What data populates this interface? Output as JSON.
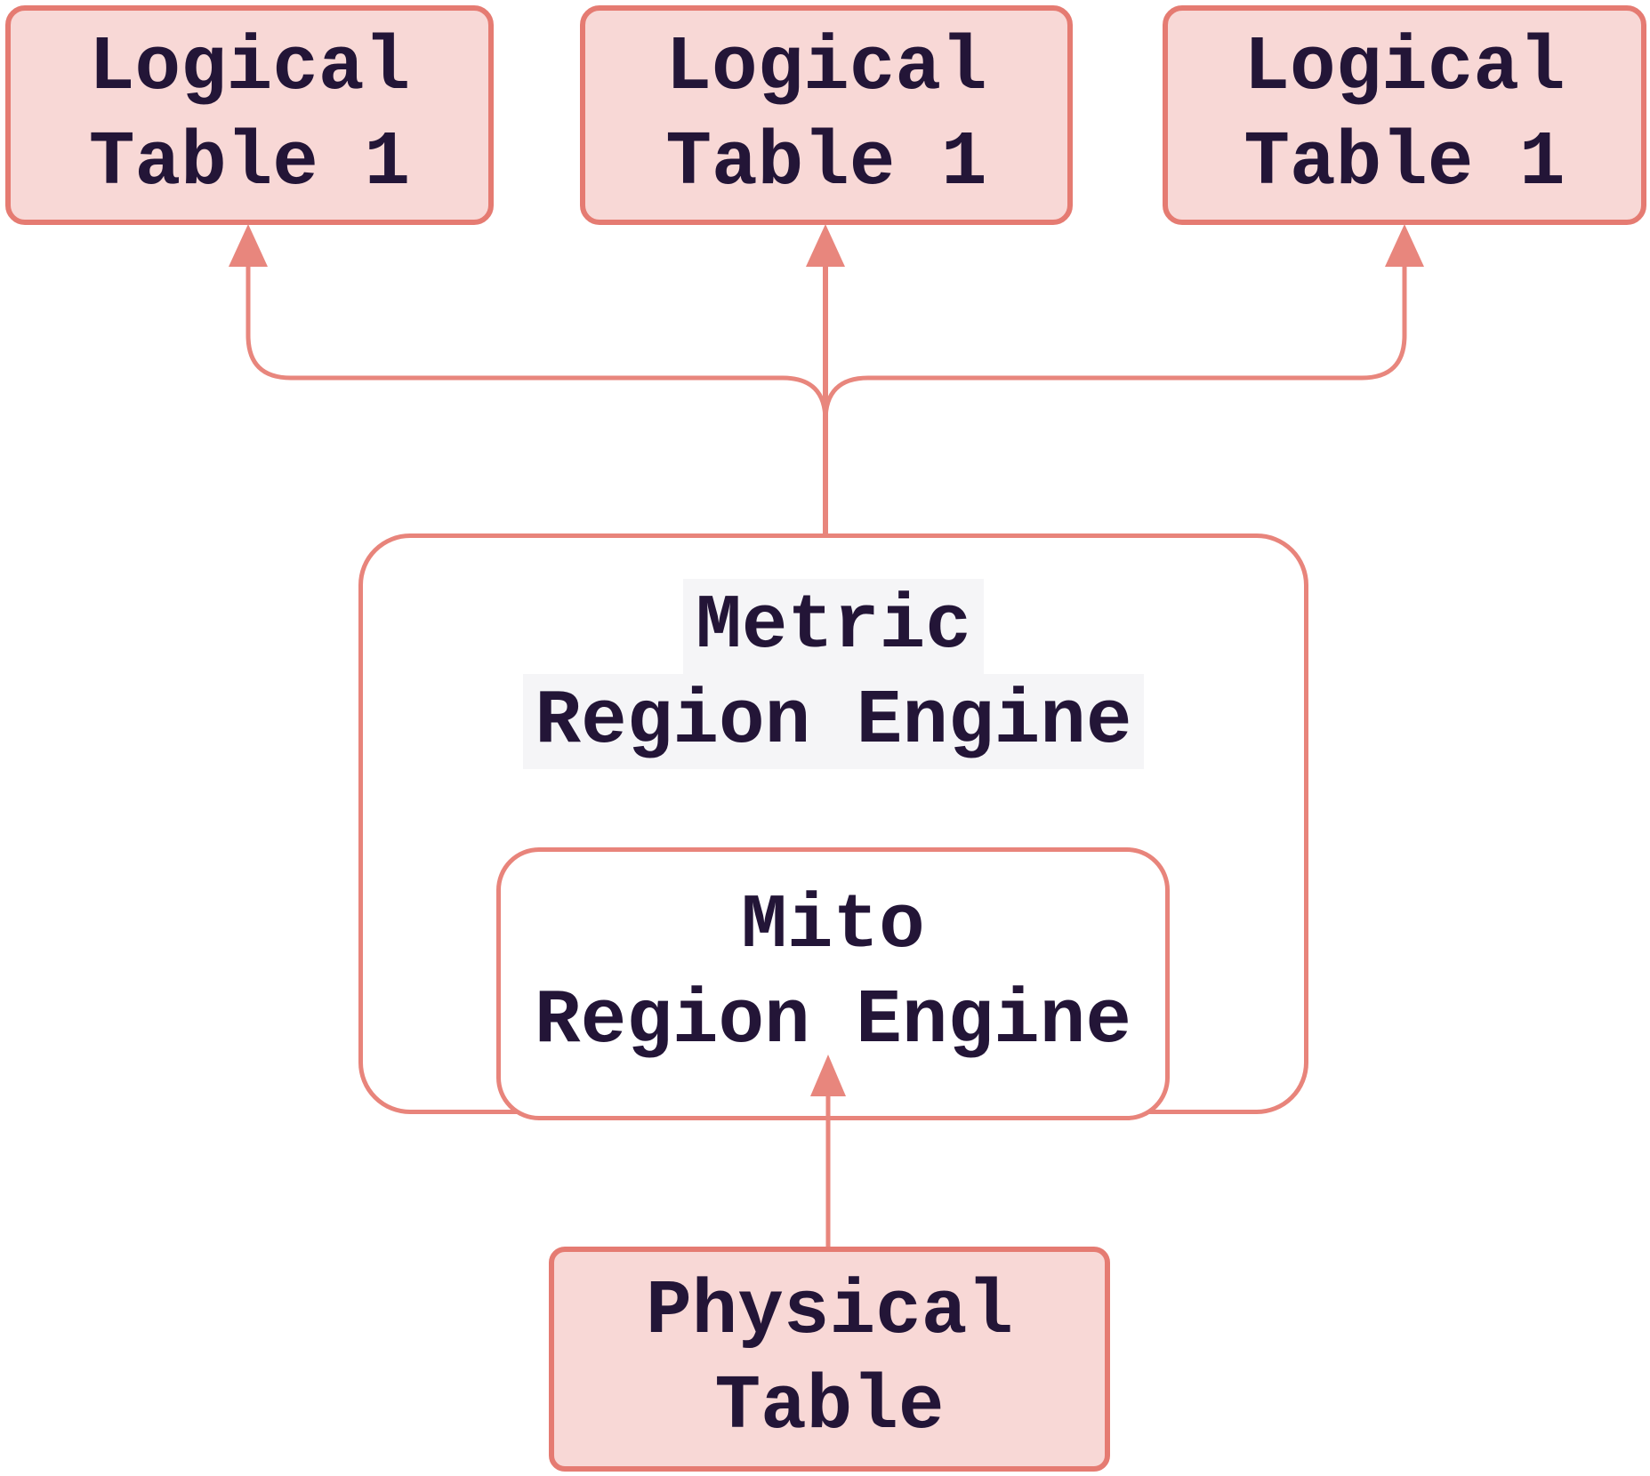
{
  "diagram": {
    "type": "flowchart",
    "background_color": "#ffffff",
    "colors": {
      "accent_salmon": "#e8867d",
      "box_border_salmon": "#e57b72",
      "pink_fill": "#f8d8d6",
      "white_fill": "#ffffff",
      "text_dark": "#231537",
      "label_background": "#f5f5f7"
    },
    "nodes": {
      "logical_table_a": {
        "line1": "Logical",
        "line2": "Table 1"
      },
      "logical_table_b": {
        "line1": "Logical",
        "line2": "Table 1"
      },
      "logical_table_c": {
        "line1": "Logical",
        "line2": "Table 1"
      },
      "metric_region_engine": {
        "line1": "Metric",
        "line2": "Region Engine"
      },
      "mito_region_engine": {
        "line1": "Mito",
        "line2": "Region Engine"
      },
      "physical_table": {
        "line1": "Physical",
        "line2": "Table"
      }
    },
    "edges": [
      {
        "from": "metric_region_engine",
        "to": "logical_table_a",
        "arrow": "up"
      },
      {
        "from": "metric_region_engine",
        "to": "logical_table_b",
        "arrow": "up"
      },
      {
        "from": "metric_region_engine",
        "to": "logical_table_c",
        "arrow": "up"
      },
      {
        "from": "physical_table",
        "to": "mito_region_engine",
        "arrow": "up"
      }
    ]
  }
}
